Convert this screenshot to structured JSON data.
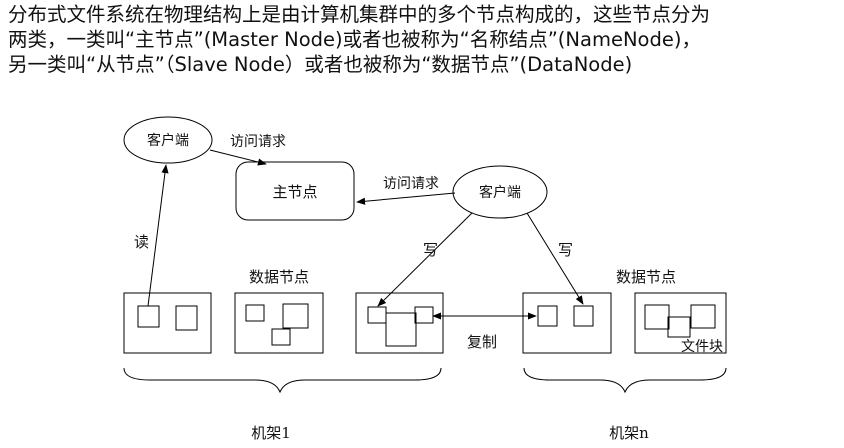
{
  "paragraph": {
    "line1": "分布式文件系统在物理结构上是由计算机集群中的多个节点构成的，这些节点分为",
    "line2": "两类，一类叫“主节点”(Master Node)或者也被称为“名称结点”(NameNode)，",
    "line3": "另一类叫“从节点”（Slave Node）或者也被称为“数据节点”(DataNode)"
  },
  "diagram": {
    "client_left": "客户端",
    "client_right": "客户端",
    "master_node": "主节点",
    "access_request_left": "访问请求",
    "access_request_right": "访问请求",
    "read": "读",
    "write_left": "写",
    "write_right": "写",
    "data_node_left": "数据节点",
    "data_node_right": "数据节点",
    "replicate": "复制",
    "file_block": "文件块",
    "rack_1": "机架1",
    "rack_n": "机架n"
  }
}
